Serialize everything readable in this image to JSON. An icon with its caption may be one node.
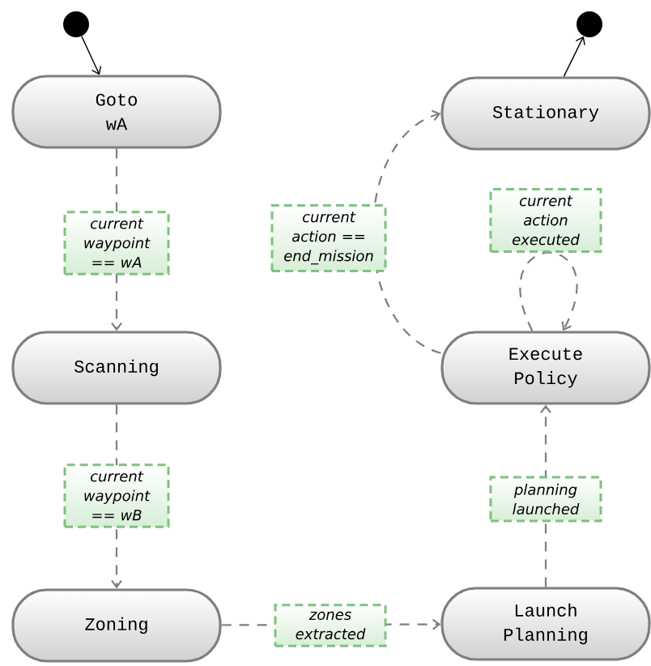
{
  "diagram": {
    "nodes": [
      {
        "text": [],
        "shape": "circle"
      },
      {
        "text": [
          "Goto wA"
        ]
      },
      {
        "text": [
          "Scanning"
        ]
      },
      {
        "text": [
          "Zoning"
        ]
      },
      {
        "text": [
          "Launch Planning"
        ]
      },
      {
        "text": [
          "Execute Policy"
        ]
      },
      {
        "text": [
          "Stationary"
        ]
      },
      {
        "text": [],
        "shape": "circle"
      }
    ],
    "edges": [
      {
        "from": 0,
        "to": 1,
        "arrow": "to",
        "color": "#000000"
      },
      {
        "from": 1,
        "to": 2,
        "arrow": "to",
        "style": "dashed",
        "label": "current waypoint == wA"
      },
      {
        "from": 2,
        "to": 3,
        "arrow": "to",
        "style": "dashed",
        "label": "current waypoint == wB"
      },
      {
        "from": 3,
        "to": 4,
        "arrow": "to",
        "style": "dashed",
        "label": "zones extracted"
      },
      {
        "from": 4,
        "to": 5,
        "arrow": "to",
        "style": "dashed",
        "label": "planning launched"
      },
      {
        "from": 5,
        "to": 5,
        "arrow": "to",
        "style": "dashed",
        "label": "current action executed"
      },
      {
        "from": 5,
        "to": 6,
        "arrow": "to",
        "style": "dashed",
        "label": "current action == end_mission"
      },
      {
        "from": 6,
        "to": 7,
        "arrow": "to",
        "color": "#000000"
      }
    ]
  }
}
